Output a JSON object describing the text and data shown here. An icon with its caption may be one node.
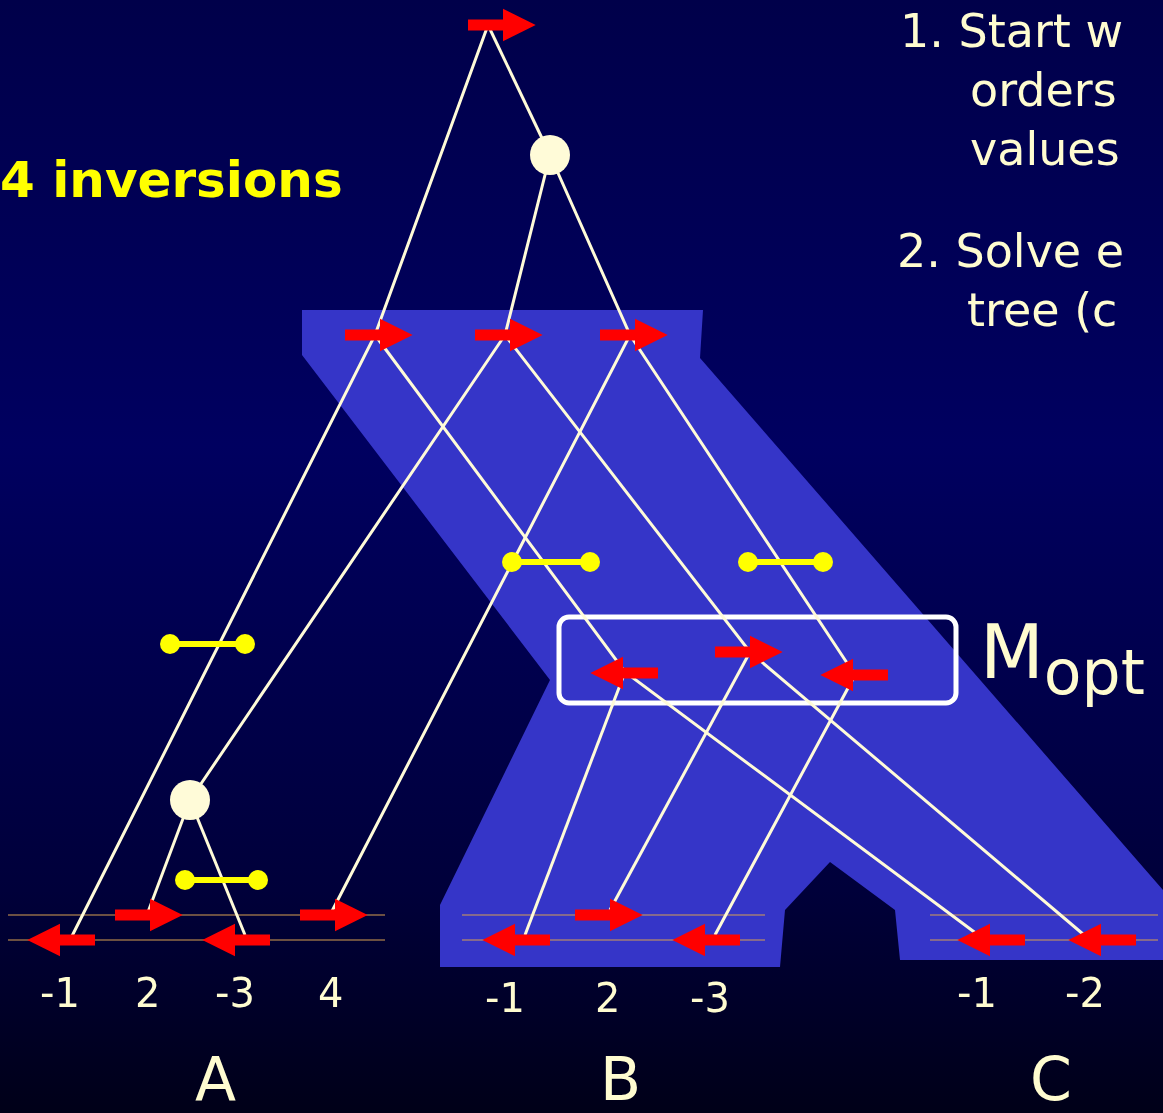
{
  "diagram": {
    "labels": [
      "1. Start w orders values",
      "2. Solve e tree (c",
      "4 inversions",
      "M$_{opt}$",
      "-1",
      "2",
      "-3",
      "4",
      "-1",
      "2",
      "-3",
      "-1",
      "-2",
      "A",
      "B",
      "C"
    ]
  }
}
